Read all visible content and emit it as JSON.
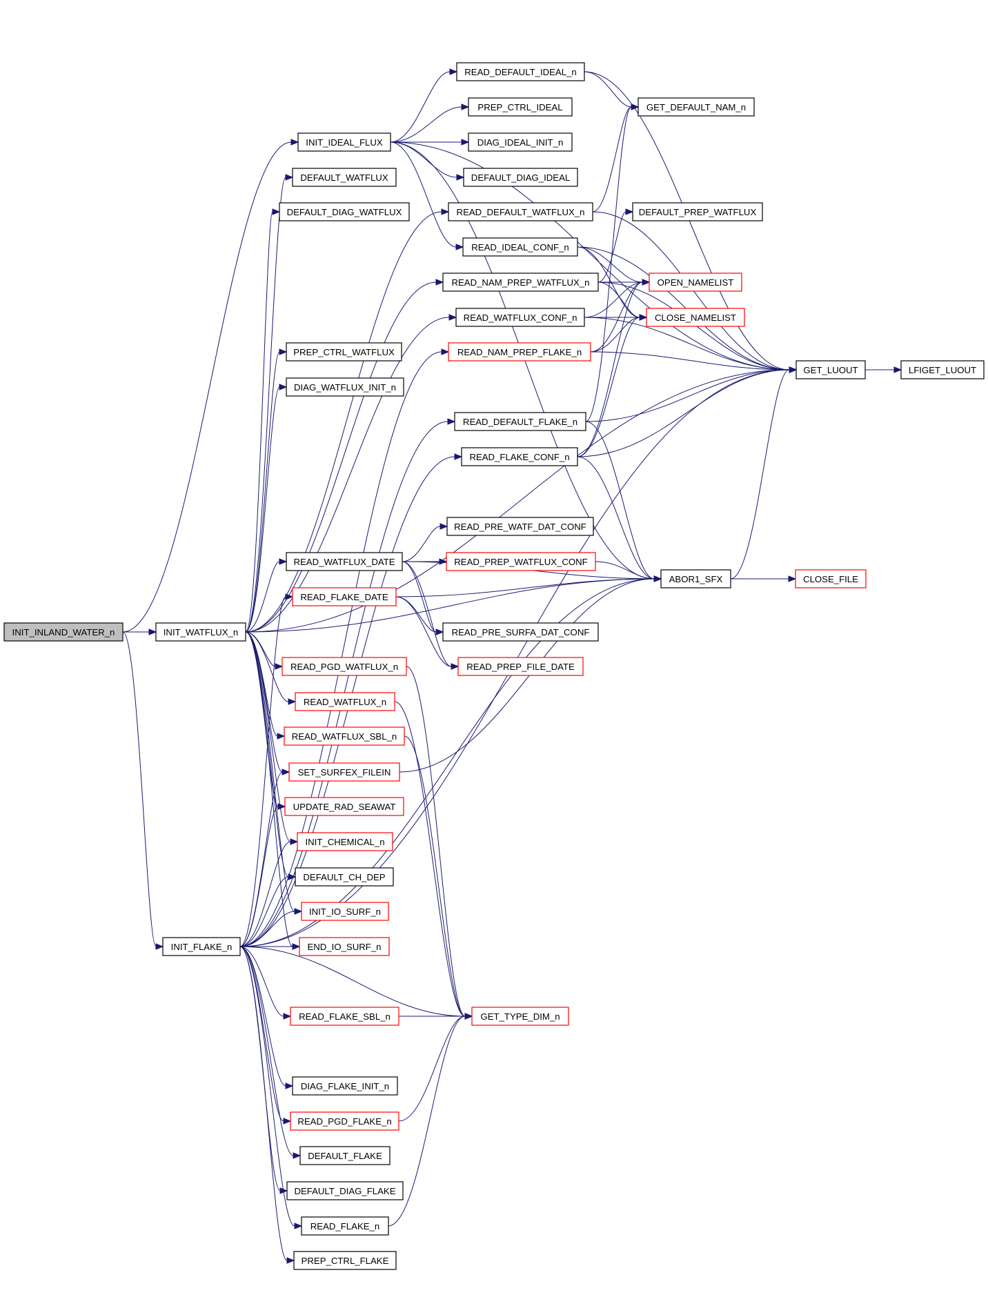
{
  "graph": {
    "colors": {
      "edge": "#191970",
      "root_fill": "#bfbfbf",
      "node_fill": "#ffffff",
      "normal_border": "#000000",
      "truncated_border": "#ff0000"
    },
    "nodes": [
      {
        "id": "INIT_INLAND_WATER_n",
        "label": "INIT_INLAND_WATER_n",
        "style": "root"
      },
      {
        "id": "INIT_WATFLUX_n",
        "label": "INIT_WATFLUX_n",
        "style": "normal"
      },
      {
        "id": "INIT_FLAKE_n",
        "label": "INIT_FLAKE_n",
        "style": "normal"
      },
      {
        "id": "INIT_IDEAL_FLUX",
        "label": "INIT_IDEAL_FLUX",
        "style": "normal"
      },
      {
        "id": "DEFAULT_WATFLUX",
        "label": "DEFAULT_WATFLUX",
        "style": "normal"
      },
      {
        "id": "DEFAULT_DIAG_WATFLUX",
        "label": "DEFAULT_DIAG_WATFLUX",
        "style": "normal"
      },
      {
        "id": "PREP_CTRL_WATFLUX",
        "label": "PREP_CTRL_WATFLUX",
        "style": "normal"
      },
      {
        "id": "DIAG_WATFLUX_INIT_n",
        "label": "DIAG_WATFLUX_INIT_n",
        "style": "normal"
      },
      {
        "id": "READ_WATFLUX_DATE",
        "label": "READ_WATFLUX_DATE",
        "style": "normal"
      },
      {
        "id": "READ_FLAKE_DATE",
        "label": "READ_FLAKE_DATE",
        "style": "truncated"
      },
      {
        "id": "READ_PGD_WATFLUX_n",
        "label": "READ_PGD_WATFLUX_n",
        "style": "truncated"
      },
      {
        "id": "READ_WATFLUX_n",
        "label": "READ_WATFLUX_n",
        "style": "truncated"
      },
      {
        "id": "READ_WATFLUX_SBL_n",
        "label": "READ_WATFLUX_SBL_n",
        "style": "truncated"
      },
      {
        "id": "SET_SURFEX_FILEIN",
        "label": "SET_SURFEX_FILEIN",
        "style": "truncated"
      },
      {
        "id": "UPDATE_RAD_SEAWAT",
        "label": "UPDATE_RAD_SEAWAT",
        "style": "truncated"
      },
      {
        "id": "INIT_CHEMICAL_n",
        "label": "INIT_CHEMICAL_n",
        "style": "truncated"
      },
      {
        "id": "DEFAULT_CH_DEP",
        "label": "DEFAULT_CH_DEP",
        "style": "normal"
      },
      {
        "id": "INIT_IO_SURF_n",
        "label": "INIT_IO_SURF_n",
        "style": "truncated"
      },
      {
        "id": "END_IO_SURF_n",
        "label": "END_IO_SURF_n",
        "style": "truncated"
      },
      {
        "id": "READ_FLAKE_SBL_n",
        "label": "READ_FLAKE_SBL_n",
        "style": "truncated"
      },
      {
        "id": "DIAG_FLAKE_INIT_n",
        "label": "DIAG_FLAKE_INIT_n",
        "style": "normal"
      },
      {
        "id": "READ_PGD_FLAKE_n",
        "label": "READ_PGD_FLAKE_n",
        "style": "truncated"
      },
      {
        "id": "DEFAULT_FLAKE",
        "label": "DEFAULT_FLAKE",
        "style": "normal"
      },
      {
        "id": "DEFAULT_DIAG_FLAKE",
        "label": "DEFAULT_DIAG_FLAKE",
        "style": "normal"
      },
      {
        "id": "READ_FLAKE_n",
        "label": "READ_FLAKE_n",
        "style": "normal"
      },
      {
        "id": "PREP_CTRL_FLAKE",
        "label": "PREP_CTRL_FLAKE",
        "style": "normal"
      },
      {
        "id": "READ_DEFAULT_IDEAL_n",
        "label": "READ_DEFAULT_IDEAL_n",
        "style": "normal"
      },
      {
        "id": "PREP_CTRL_IDEAL",
        "label": "PREP_CTRL_IDEAL",
        "style": "normal"
      },
      {
        "id": "DIAG_IDEAL_INIT_n",
        "label": "DIAG_IDEAL_INIT_n",
        "style": "normal"
      },
      {
        "id": "DEFAULT_DIAG_IDEAL",
        "label": "DEFAULT_DIAG_IDEAL",
        "style": "normal"
      },
      {
        "id": "READ_DEFAULT_WATFLUX_n",
        "label": "READ_DEFAULT_WATFLUX_n",
        "style": "normal"
      },
      {
        "id": "READ_IDEAL_CONF_n",
        "label": "READ_IDEAL_CONF_n",
        "style": "normal"
      },
      {
        "id": "READ_NAM_PREP_WATFLUX_n",
        "label": "READ_NAM_PREP_WATFLUX_n",
        "style": "normal"
      },
      {
        "id": "READ_WATFLUX_CONF_n",
        "label": "READ_WATFLUX_CONF_n",
        "style": "normal"
      },
      {
        "id": "READ_NAM_PREP_FLAKE_n",
        "label": "READ_NAM_PREP_FLAKE_n",
        "style": "truncated"
      },
      {
        "id": "READ_DEFAULT_FLAKE_n",
        "label": "READ_DEFAULT_FLAKE_n",
        "style": "normal"
      },
      {
        "id": "READ_FLAKE_CONF_n",
        "label": "READ_FLAKE_CONF_n",
        "style": "normal"
      },
      {
        "id": "READ_PRE_WATF_DAT_CONF",
        "label": "READ_PRE_WATF_DAT_CONF",
        "style": "normal"
      },
      {
        "id": "READ_PREP_WATFLUX_CONF",
        "label": "READ_PREP_WATFLUX_CONF",
        "style": "truncated"
      },
      {
        "id": "READ_PRE_SURFA_DAT_CONF",
        "label": "READ_PRE_SURFA_DAT_CONF",
        "style": "normal"
      },
      {
        "id": "READ_PREP_FILE_DATE",
        "label": "READ_PREP_FILE_DATE",
        "style": "truncated"
      },
      {
        "id": "GET_TYPE_DIM_n",
        "label": "GET_TYPE_DIM_n",
        "style": "truncated"
      },
      {
        "id": "GET_DEFAULT_NAM_n",
        "label": "GET_DEFAULT_NAM_n",
        "style": "normal"
      },
      {
        "id": "DEFAULT_PREP_WATFLUX",
        "label": "DEFAULT_PREP_WATFLUX",
        "style": "normal"
      },
      {
        "id": "OPEN_NAMELIST",
        "label": "OPEN_NAMELIST",
        "style": "truncated"
      },
      {
        "id": "CLOSE_NAMELIST",
        "label": "CLOSE_NAMELIST",
        "style": "truncated"
      },
      {
        "id": "GET_LUOUT",
        "label": "GET_LUOUT",
        "style": "normal"
      },
      {
        "id": "ABOR1_SFX",
        "label": "ABOR1_SFX",
        "style": "normal"
      },
      {
        "id": "LFIGET_LUOUT",
        "label": "LFIGET_LUOUT",
        "style": "normal"
      },
      {
        "id": "CLOSE_FILE",
        "label": "CLOSE_FILE",
        "style": "truncated"
      }
    ],
    "edges": [
      [
        "INIT_INLAND_WATER_n",
        "INIT_WATFLUX_n"
      ],
      [
        "INIT_INLAND_WATER_n",
        "INIT_FLAKE_n"
      ],
      [
        "INIT_INLAND_WATER_n",
        "INIT_IDEAL_FLUX"
      ],
      [
        "INIT_WATFLUX_n",
        "DEFAULT_WATFLUX"
      ],
      [
        "INIT_WATFLUX_n",
        "DEFAULT_DIAG_WATFLUX"
      ],
      [
        "INIT_WATFLUX_n",
        "READ_DEFAULT_WATFLUX_n"
      ],
      [
        "INIT_WATFLUX_n",
        "READ_NAM_PREP_WATFLUX_n"
      ],
      [
        "INIT_WATFLUX_n",
        "READ_WATFLUX_CONF_n"
      ],
      [
        "INIT_WATFLUX_n",
        "PREP_CTRL_WATFLUX"
      ],
      [
        "INIT_WATFLUX_n",
        "DIAG_WATFLUX_INIT_n"
      ],
      [
        "INIT_WATFLUX_n",
        "GET_LUOUT"
      ],
      [
        "INIT_WATFLUX_n",
        "READ_WATFLUX_DATE"
      ],
      [
        "INIT_WATFLUX_n",
        "ABOR1_SFX"
      ],
      [
        "INIT_WATFLUX_n",
        "READ_PGD_WATFLUX_n"
      ],
      [
        "INIT_WATFLUX_n",
        "READ_WATFLUX_n"
      ],
      [
        "INIT_WATFLUX_n",
        "READ_WATFLUX_SBL_n"
      ],
      [
        "INIT_WATFLUX_n",
        "SET_SURFEX_FILEIN"
      ],
      [
        "INIT_WATFLUX_n",
        "UPDATE_RAD_SEAWAT"
      ],
      [
        "INIT_WATFLUX_n",
        "INIT_CHEMICAL_n"
      ],
      [
        "INIT_WATFLUX_n",
        "DEFAULT_CH_DEP"
      ],
      [
        "INIT_WATFLUX_n",
        "INIT_IO_SURF_n"
      ],
      [
        "INIT_WATFLUX_n",
        "END_IO_SURF_n"
      ],
      [
        "INIT_FLAKE_n",
        "READ_DEFAULT_FLAKE_n"
      ],
      [
        "INIT_FLAKE_n",
        "READ_FLAKE_CONF_n"
      ],
      [
        "INIT_FLAKE_n",
        "READ_NAM_PREP_FLAKE_n"
      ],
      [
        "INIT_FLAKE_n",
        "READ_FLAKE_DATE"
      ],
      [
        "INIT_FLAKE_n",
        "SET_SURFEX_FILEIN"
      ],
      [
        "INIT_FLAKE_n",
        "UPDATE_RAD_SEAWAT"
      ],
      [
        "INIT_FLAKE_n",
        "INIT_CHEMICAL_n"
      ],
      [
        "INIT_FLAKE_n",
        "DEFAULT_CH_DEP"
      ],
      [
        "INIT_FLAKE_n",
        "INIT_IO_SURF_n"
      ],
      [
        "INIT_FLAKE_n",
        "END_IO_SURF_n"
      ],
      [
        "INIT_FLAKE_n",
        "ABOR1_SFX"
      ],
      [
        "INIT_FLAKE_n",
        "READ_FLAKE_SBL_n"
      ],
      [
        "INIT_FLAKE_n",
        "GET_TYPE_DIM_n"
      ],
      [
        "INIT_FLAKE_n",
        "DIAG_FLAKE_INIT_n"
      ],
      [
        "INIT_FLAKE_n",
        "READ_PGD_FLAKE_n"
      ],
      [
        "INIT_FLAKE_n",
        "DEFAULT_FLAKE"
      ],
      [
        "INIT_FLAKE_n",
        "DEFAULT_DIAG_FLAKE"
      ],
      [
        "INIT_FLAKE_n",
        "READ_FLAKE_n"
      ],
      [
        "INIT_FLAKE_n",
        "PREP_CTRL_FLAKE"
      ],
      [
        "INIT_FLAKE_n",
        "GET_LUOUT"
      ],
      [
        "INIT_IDEAL_FLUX",
        "READ_DEFAULT_IDEAL_n"
      ],
      [
        "INIT_IDEAL_FLUX",
        "PREP_CTRL_IDEAL"
      ],
      [
        "INIT_IDEAL_FLUX",
        "DIAG_IDEAL_INIT_n"
      ],
      [
        "INIT_IDEAL_FLUX",
        "DEFAULT_DIAG_IDEAL"
      ],
      [
        "INIT_IDEAL_FLUX",
        "READ_IDEAL_CONF_n"
      ],
      [
        "INIT_IDEAL_FLUX",
        "GET_LUOUT"
      ],
      [
        "INIT_IDEAL_FLUX",
        "ABOR1_SFX"
      ],
      [
        "READ_DEFAULT_IDEAL_n",
        "GET_DEFAULT_NAM_n"
      ],
      [
        "READ_DEFAULT_IDEAL_n",
        "GET_LUOUT"
      ],
      [
        "READ_DEFAULT_WATFLUX_n",
        "GET_DEFAULT_NAM_n"
      ],
      [
        "READ_DEFAULT_WATFLUX_n",
        "GET_LUOUT"
      ],
      [
        "READ_IDEAL_CONF_n",
        "OPEN_NAMELIST"
      ],
      [
        "READ_IDEAL_CONF_n",
        "CLOSE_NAMELIST"
      ],
      [
        "READ_IDEAL_CONF_n",
        "GET_LUOUT"
      ],
      [
        "READ_NAM_PREP_WATFLUX_n",
        "DEFAULT_PREP_WATFLUX"
      ],
      [
        "READ_NAM_PREP_WATFLUX_n",
        "OPEN_NAMELIST"
      ],
      [
        "READ_NAM_PREP_WATFLUX_n",
        "CLOSE_NAMELIST"
      ],
      [
        "READ_NAM_PREP_WATFLUX_n",
        "GET_LUOUT"
      ],
      [
        "READ_WATFLUX_CONF_n",
        "OPEN_NAMELIST"
      ],
      [
        "READ_WATFLUX_CONF_n",
        "CLOSE_NAMELIST"
      ],
      [
        "READ_WATFLUX_CONF_n",
        "GET_LUOUT"
      ],
      [
        "READ_NAM_PREP_FLAKE_n",
        "OPEN_NAMELIST"
      ],
      [
        "READ_NAM_PREP_FLAKE_n",
        "CLOSE_NAMELIST"
      ],
      [
        "READ_NAM_PREP_FLAKE_n",
        "GET_LUOUT"
      ],
      [
        "READ_DEFAULT_FLAKE_n",
        "GET_DEFAULT_NAM_n"
      ],
      [
        "READ_DEFAULT_FLAKE_n",
        "GET_LUOUT"
      ],
      [
        "READ_DEFAULT_FLAKE_n",
        "ABOR1_SFX"
      ],
      [
        "READ_FLAKE_CONF_n",
        "OPEN_NAMELIST"
      ],
      [
        "READ_FLAKE_CONF_n",
        "CLOSE_NAMELIST"
      ],
      [
        "READ_FLAKE_CONF_n",
        "GET_LUOUT"
      ],
      [
        "READ_FLAKE_CONF_n",
        "ABOR1_SFX"
      ],
      [
        "READ_WATFLUX_DATE",
        "READ_PRE_WATF_DAT_CONF"
      ],
      [
        "READ_WATFLUX_DATE",
        "READ_PREP_WATFLUX_CONF"
      ],
      [
        "READ_WATFLUX_DATE",
        "ABOR1_SFX"
      ],
      [
        "READ_WATFLUX_DATE",
        "READ_PRE_SURFA_DAT_CONF"
      ],
      [
        "READ_WATFLUX_DATE",
        "READ_PREP_FILE_DATE"
      ],
      [
        "READ_PREP_WATFLUX_CONF",
        "ABOR1_SFX"
      ],
      [
        "READ_FLAKE_DATE",
        "READ_PRE_SURFA_DAT_CONF"
      ],
      [
        "READ_FLAKE_DATE",
        "READ_PREP_FILE_DATE"
      ],
      [
        "READ_FLAKE_DATE",
        "ABOR1_SFX"
      ],
      [
        "READ_PGD_WATFLUX_n",
        "GET_TYPE_DIM_n"
      ],
      [
        "READ_WATFLUX_n",
        "GET_TYPE_DIM_n"
      ],
      [
        "READ_WATFLUX_SBL_n",
        "GET_TYPE_DIM_n"
      ],
      [
        "SET_SURFEX_FILEIN",
        "ABOR1_SFX"
      ],
      [
        "READ_FLAKE_SBL_n",
        "GET_TYPE_DIM_n"
      ],
      [
        "READ_PGD_FLAKE_n",
        "GET_TYPE_DIM_n"
      ],
      [
        "READ_FLAKE_n",
        "GET_TYPE_DIM_n"
      ],
      [
        "GET_LUOUT",
        "LFIGET_LUOUT"
      ],
      [
        "ABOR1_SFX",
        "GET_LUOUT"
      ],
      [
        "ABOR1_SFX",
        "CLOSE_FILE"
      ]
    ]
  }
}
